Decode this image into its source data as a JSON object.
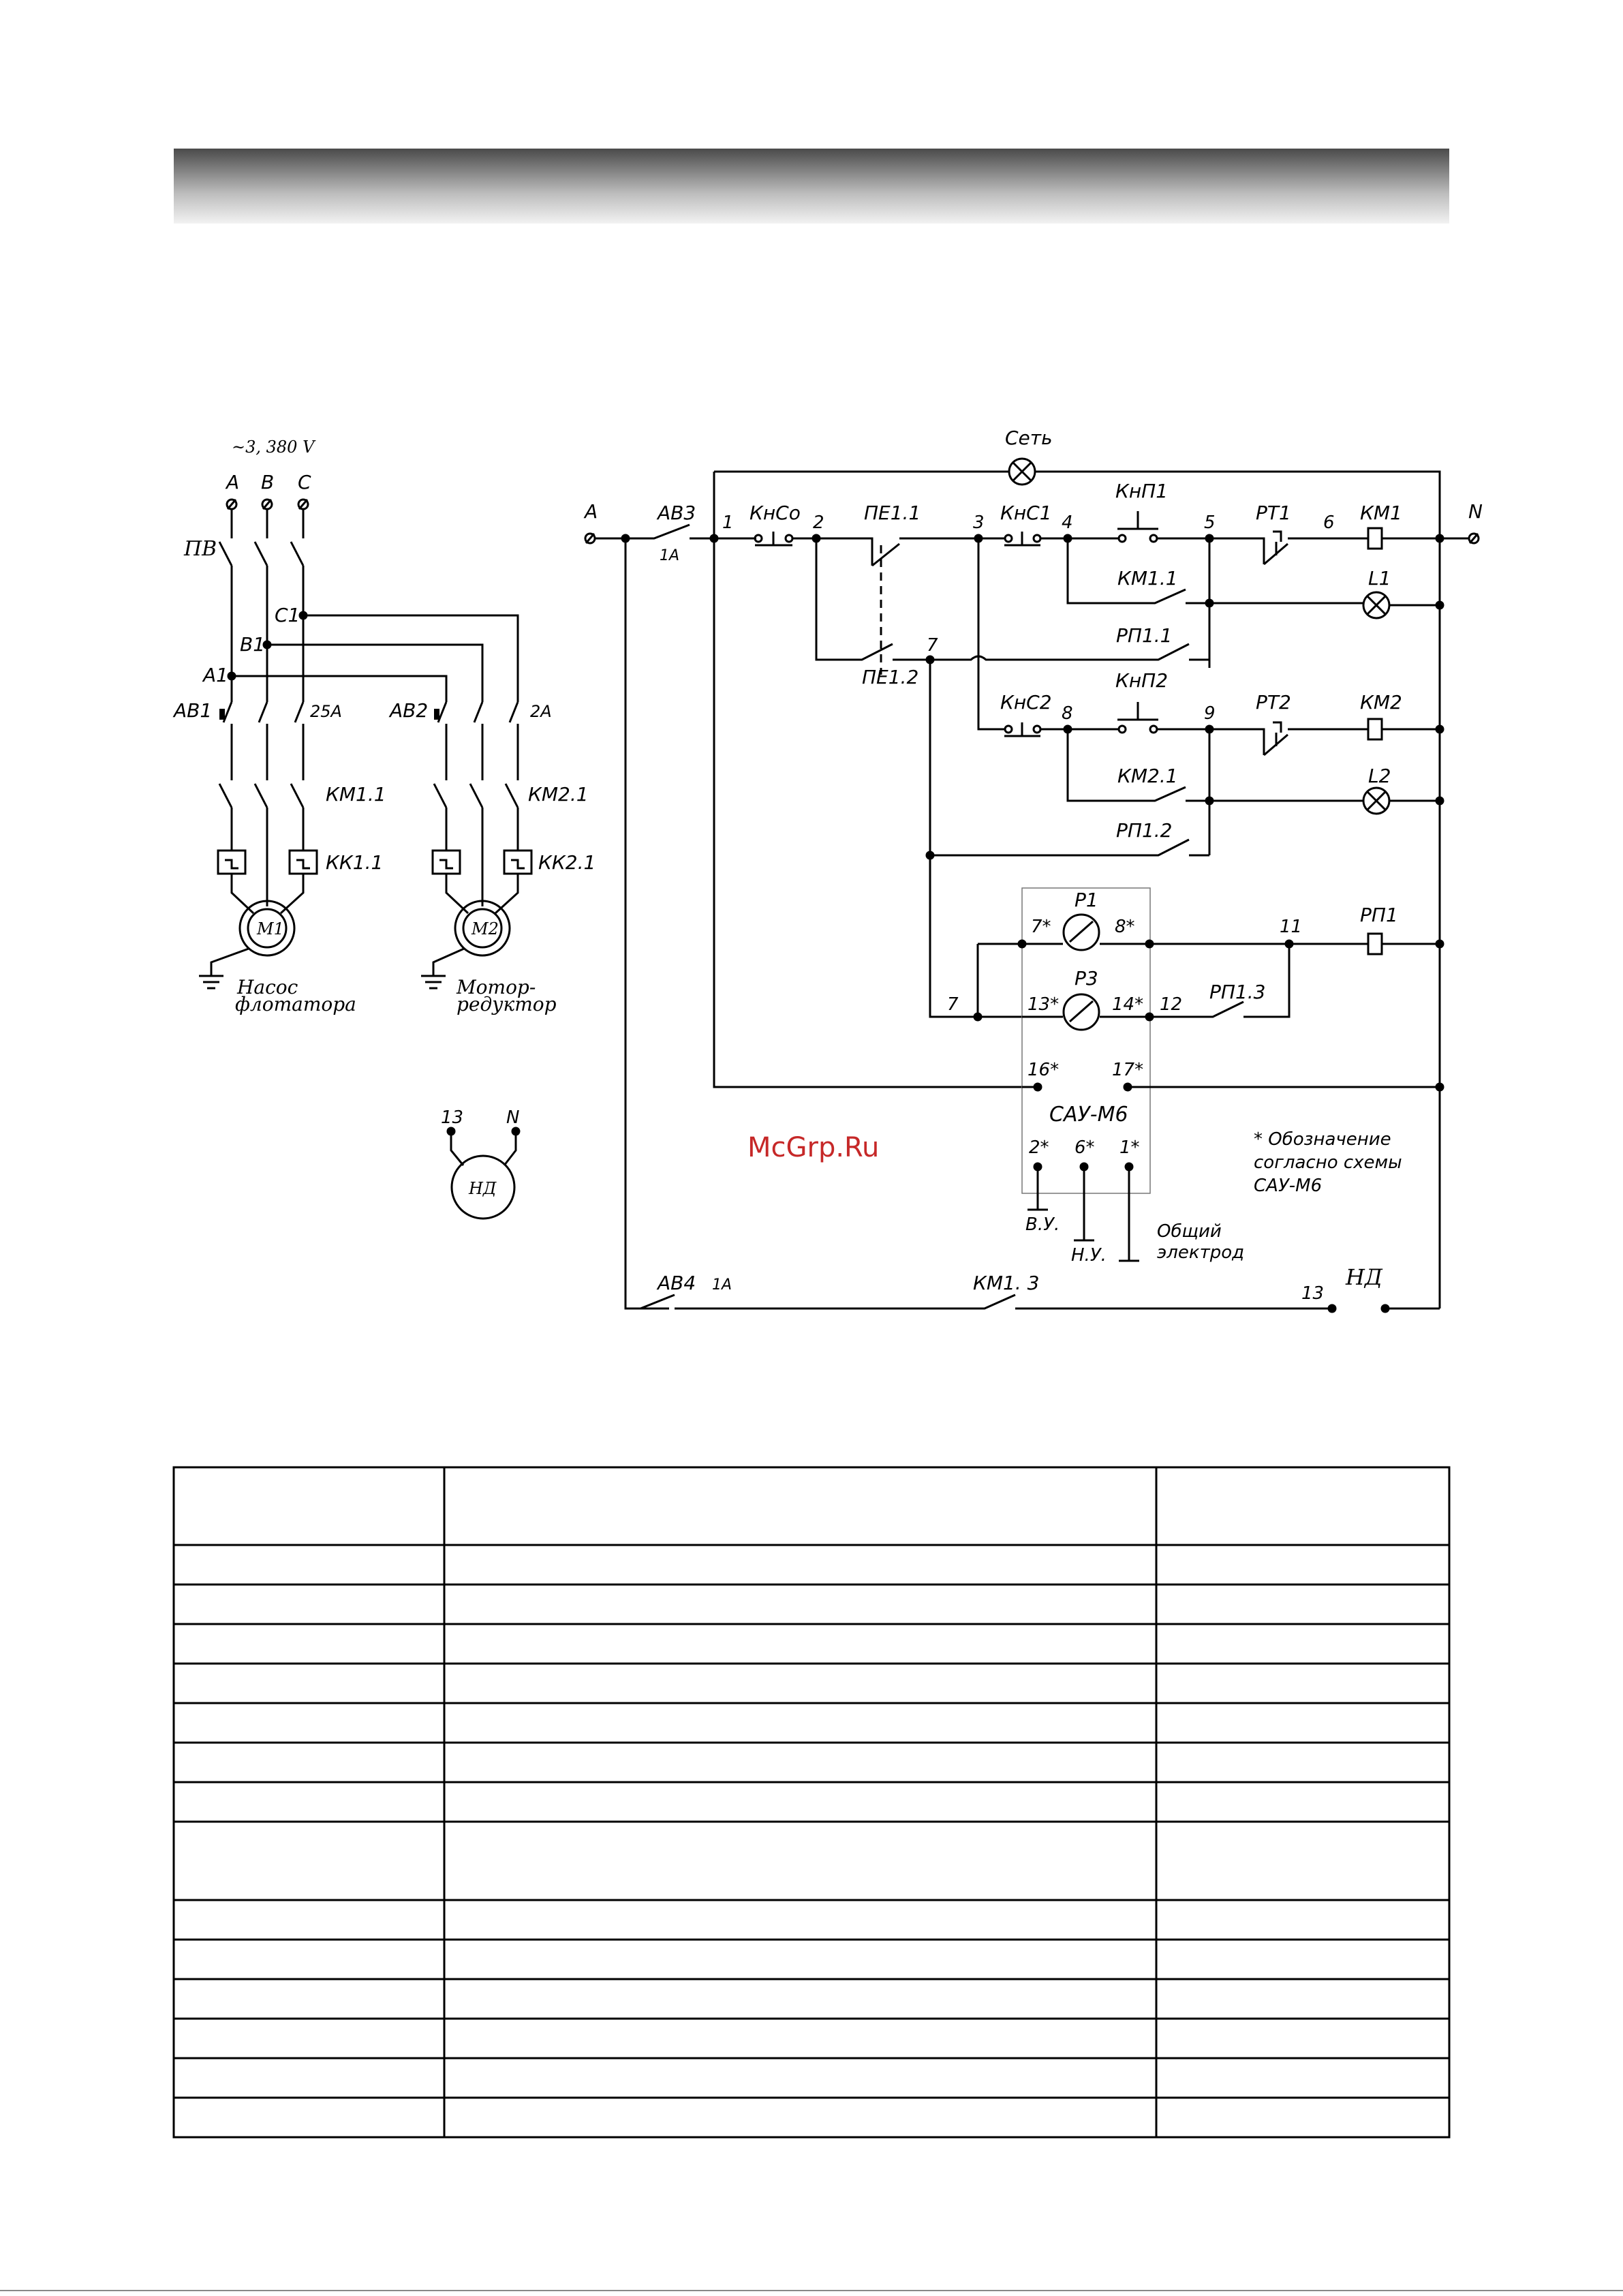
{
  "supply": {
    "label": "~3, 380 V",
    "phase_a": "A",
    "phase_b": "B",
    "phase_c": "C"
  },
  "power": {
    "pv": "ПВ",
    "c1": "C1",
    "b1": "B1",
    "a1": "A1",
    "av1": "АВ1",
    "av1_rating": "25А",
    "av2": "АВ2",
    "av2_rating": "2А",
    "km11": "КМ1.1",
    "km21": "КМ2.1",
    "kk11": "КК1.1",
    "kk21": "КК2.1",
    "m1": "M1",
    "m2": "M2",
    "pump_line1": "Насос",
    "pump_line2": "флотатора",
    "motor_line1": "Мотор-",
    "motor_line2": "редуктор"
  },
  "nd_motor": {
    "t13": "13",
    "tn": "N",
    "label": "НД"
  },
  "control": {
    "set": "Сеть",
    "a": "A",
    "n": "N",
    "av3": "АВ3",
    "av3_rating": "1А",
    "n1": "1",
    "n2": "2",
    "n3": "3",
    "n4": "4",
    "n5": "5",
    "n6": "6",
    "n7": "7",
    "n8": "8",
    "n9": "9",
    "n11": "11",
    "n12": "12",
    "n13": "13",
    "knso": "КнСо",
    "pe11": "ПЕ1.1",
    "kns1": "КнС1",
    "knp1": "КнП1",
    "rt1": "РТ1",
    "km1": "КМ1",
    "km11": "КМ1.1",
    "l1": "L1",
    "rp11": "РП1.1",
    "pe12": "ПЕ1.2",
    "kns2": "КнС2",
    "knp2": "КнП2",
    "rt2": "РТ2",
    "km2": "КМ2",
    "km21": "КМ2.1",
    "l2": "L2",
    "rp12": "РП1.2",
    "r1": "Р1",
    "p7": "7*",
    "p8": "8*",
    "rp1": "РП1",
    "r3": "Р3",
    "p13": "13*",
    "p14": "14*",
    "rp13": "РП1.3",
    "p16": "16*",
    "p17": "17*",
    "sau": "САУ-М6",
    "p2": "2*",
    "p6": "6*",
    "p1": "1*",
    "vu": "В.У.",
    "nu": "Н.У.",
    "common1": "Общий",
    "common2": "электрод",
    "note1": "* Обозначение",
    "note2": "согласно схемы",
    "note3": "САУ-М6",
    "av4": "АВ4",
    "av4_rating": "1А",
    "km13": "КМ1. 3",
    "nd": "НД"
  },
  "watermark": "McGrp.Ru",
  "table": {
    "rows": 15,
    "columns": 3
  }
}
